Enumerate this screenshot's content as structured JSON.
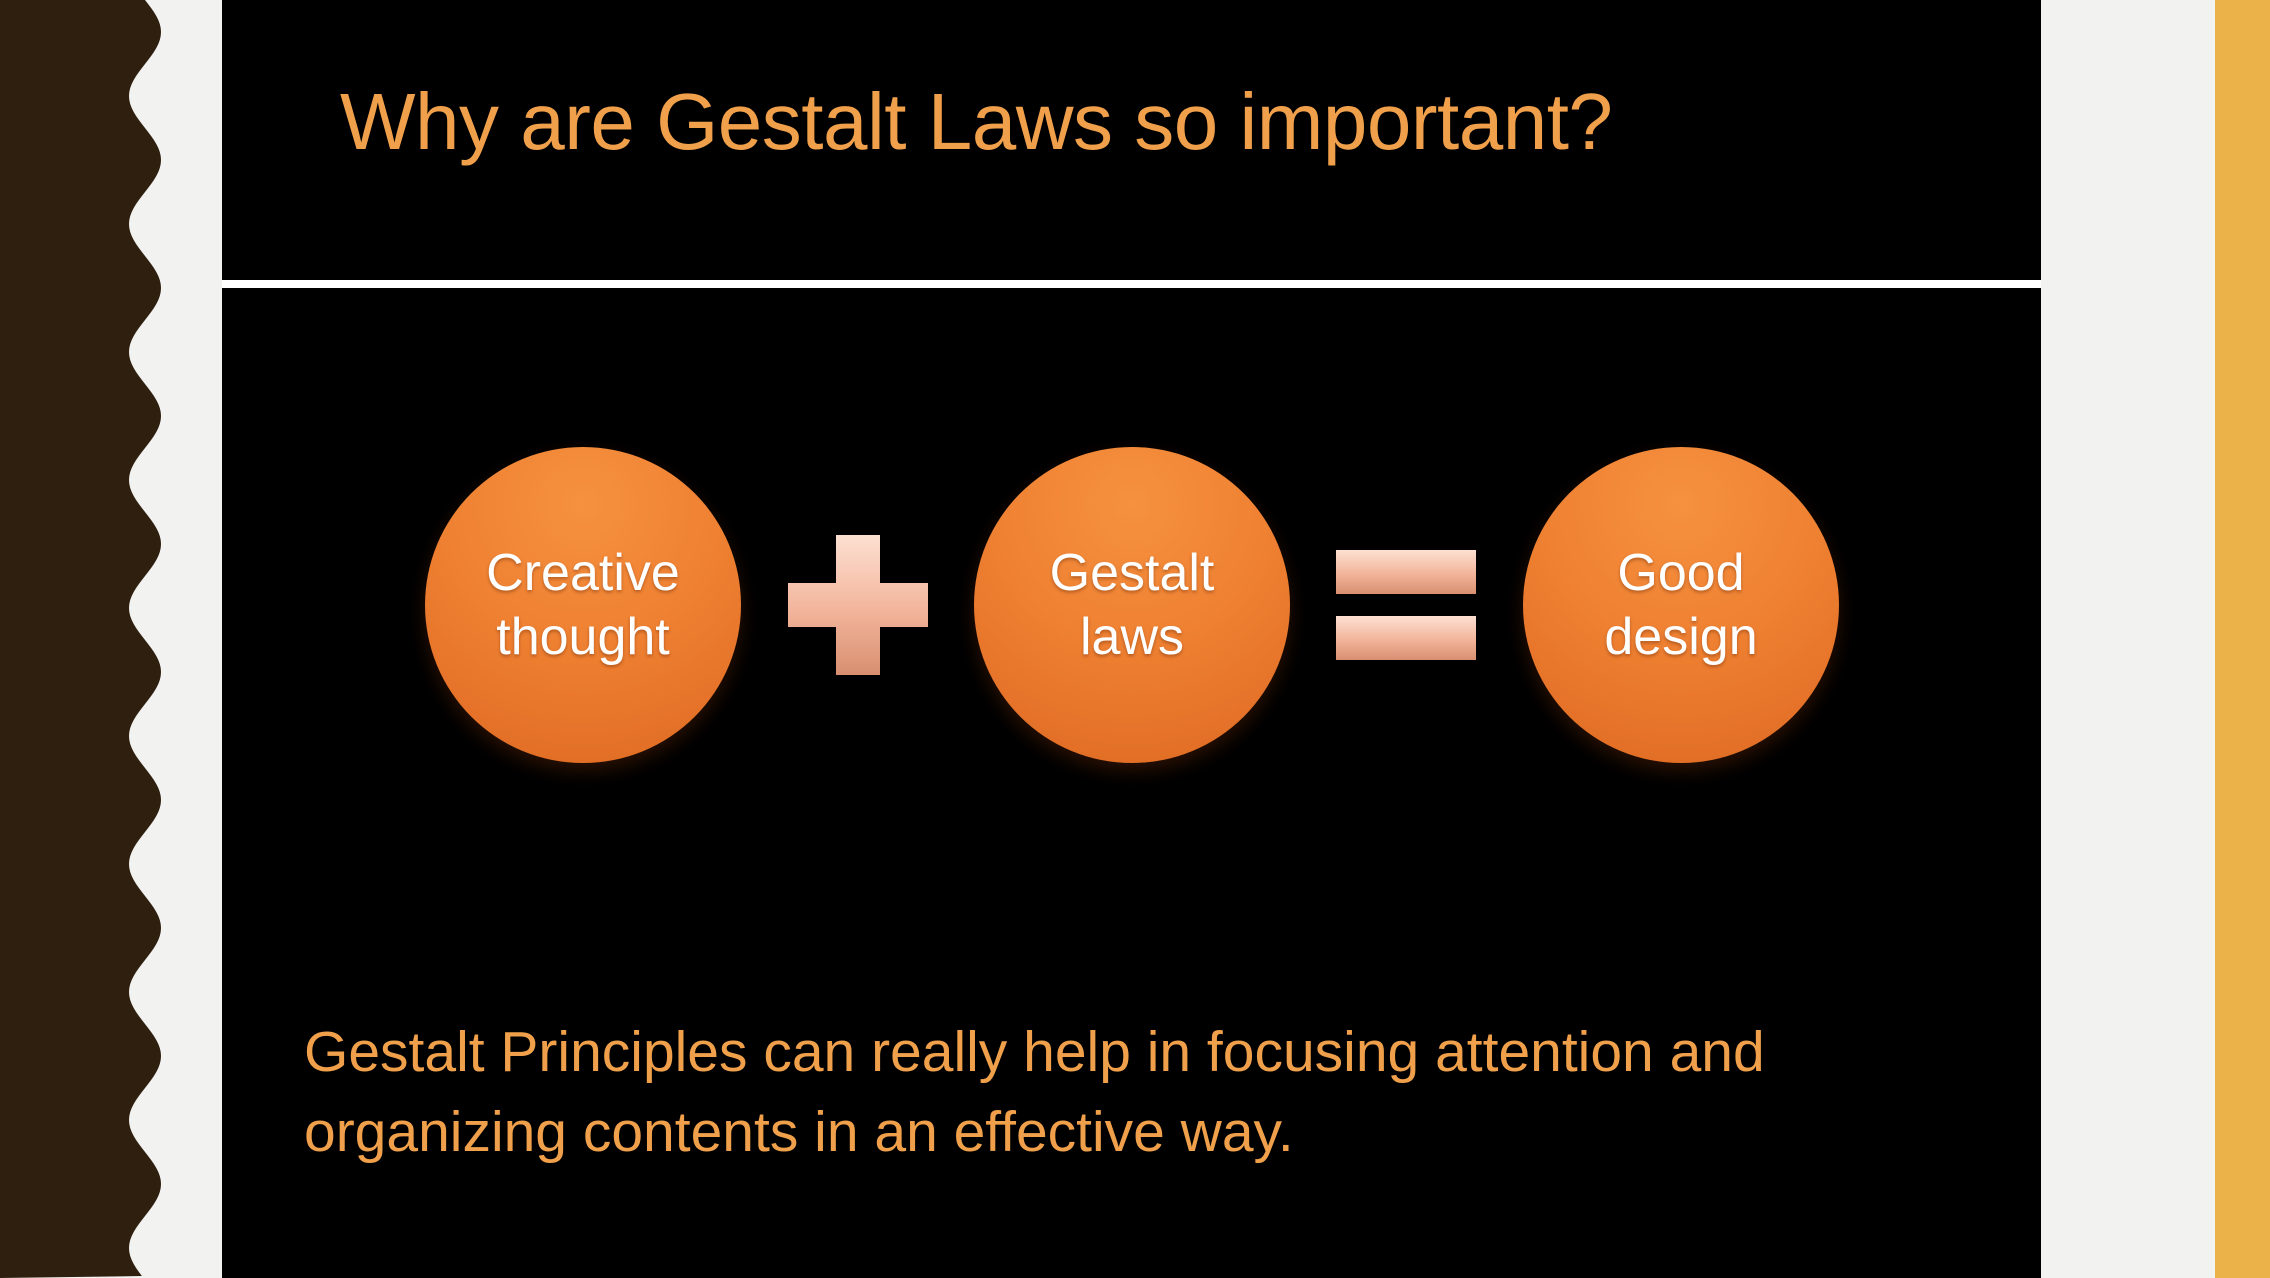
{
  "slide": {
    "title": "Why are Gestalt Laws so important?",
    "equation": {
      "term_1": "Creative\nthought",
      "operator_1": "plus-icon",
      "term_2": "Gestalt\nlaws",
      "operator_2": "equals-icon",
      "result": "Good\ndesign"
    },
    "body": "Gestalt Principles can really help in focusing attention and organizing contents in an effective way."
  },
  "colors": {
    "slide_background": "#000000",
    "title_text": "#f0a04a",
    "circle_fill": "#ef8132",
    "operator_fill": "#f3b8a0",
    "right_accent_bar": "#ecb24a",
    "left_border": "#2e1f0e",
    "page_background": "#f2f2f0"
  }
}
